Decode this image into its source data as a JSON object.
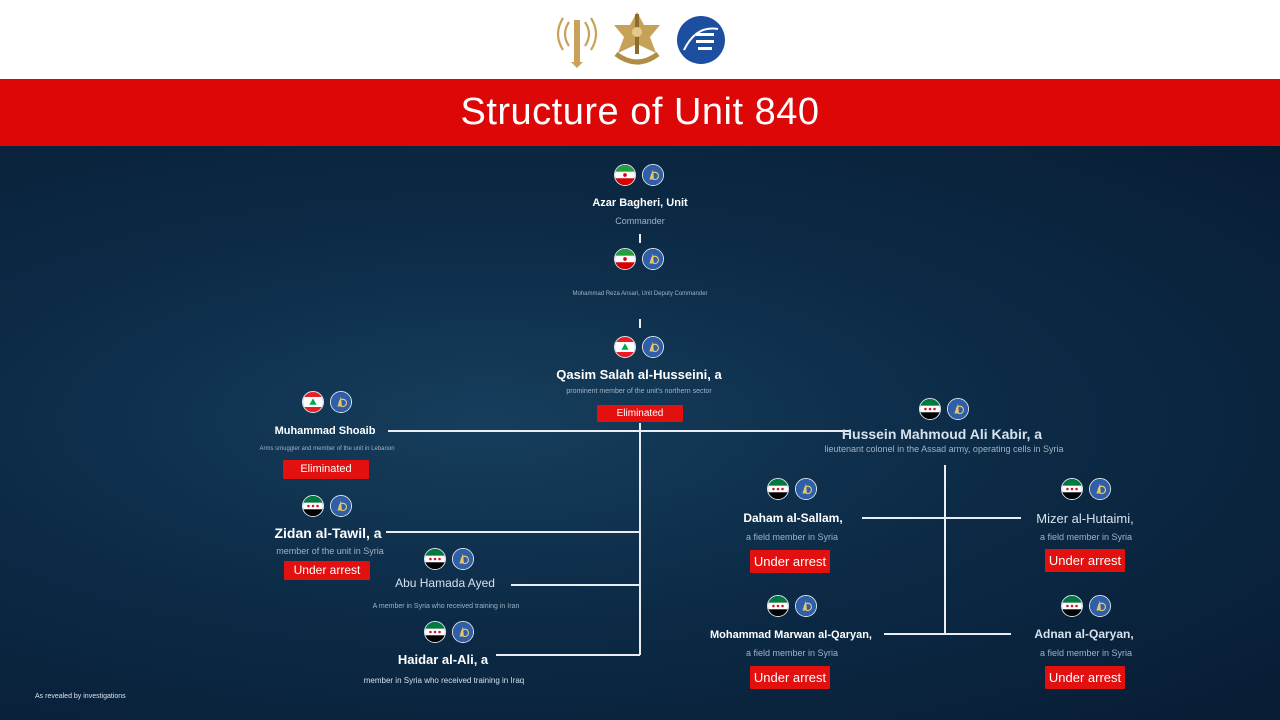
{
  "title": "Structure of Unit 840",
  "footer": "As revealed by investigations",
  "statuses": {
    "eliminated": "Eliminated",
    "arrest": "Under arrest"
  },
  "people": {
    "bagheri": {
      "name": "Azar Bagheri, Unit",
      "role": "Commander"
    },
    "ansari": {
      "name": "",
      "role": "Mohammad Reza Ansari, Unit Deputy Commander"
    },
    "husseini": {
      "name": "Qasim Salah al-Husseini, a",
      "role": "prominent member of the unit's northern sector"
    },
    "shoaib": {
      "name": "Muhammad Shoaib",
      "role": "Arms smuggler and member of the unit in Lebanon"
    },
    "tawil": {
      "name": "Zidan al-Tawil, a",
      "role": "member of the unit in Syria"
    },
    "ayed": {
      "name": "Abu Hamada Ayed",
      "role": "A member in Syria who received training in Iran"
    },
    "haidar": {
      "name": "Haidar al-Ali, a",
      "role": "member in Syria who received training in Iraq"
    },
    "kabir": {
      "name": "Hussein Mahmoud Ali Kabir, a",
      "role": "lieutenant colonel in the Assad army, operating cells in Syria"
    },
    "daham": {
      "name": "Daham al-Sallam,",
      "role": "a field member in Syria"
    },
    "mizer": {
      "name": "Mizer al-Hutaimi,",
      "role": "a field member in Syria"
    },
    "marwan": {
      "name": "Mohammad Marwan al-Qaryan,",
      "role": "a field member in Syria"
    },
    "adnan": {
      "name": "Adnan al-Qaryan,",
      "role": "a field member in Syria"
    }
  },
  "colors": {
    "banner": "#dd0707",
    "badge": "#e31010",
    "background": "#0b2440"
  }
}
